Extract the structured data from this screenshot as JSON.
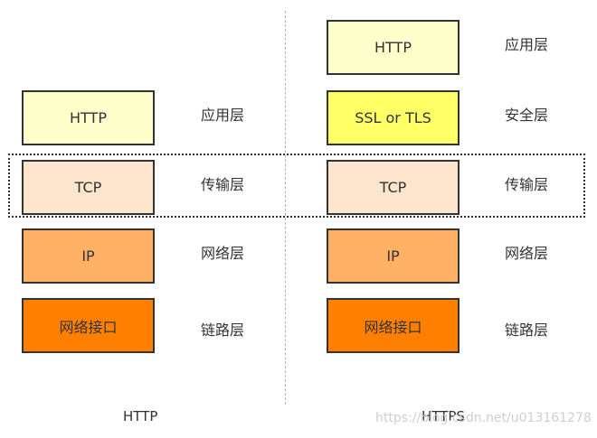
{
  "left_stack": {
    "column_label": "HTTP",
    "layers": [
      {
        "box": "HTTP",
        "name": "应用层",
        "fill": "#FFFFCC"
      },
      {
        "box": "TCP",
        "name": "传输层",
        "fill": "#FDE4CC"
      },
      {
        "box": "IP",
        "name": "网络层",
        "fill": "#FFB266"
      },
      {
        "box": "网络接口",
        "name": "链路层",
        "fill": "#FF8000"
      }
    ]
  },
  "right_stack": {
    "column_label": "HTTPS",
    "layers": [
      {
        "box": "HTTP",
        "name": "应用层",
        "fill": "#FFFFCC"
      },
      {
        "box": "SSL or TLS",
        "name": "安全层",
        "fill": "#FFFF66"
      },
      {
        "box": "TCP",
        "name": "传输层",
        "fill": "#FDE4CC"
      },
      {
        "box": "IP",
        "name": "网络层",
        "fill": "#FFB266"
      },
      {
        "box": "网络接口",
        "name": "链路层",
        "fill": "#FF8000"
      }
    ]
  },
  "watermark": "https://blog.csdn.net/u013161278"
}
